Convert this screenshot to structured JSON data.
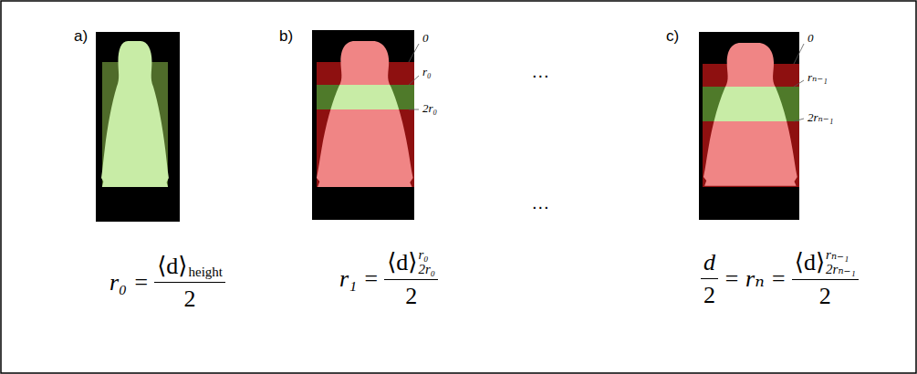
{
  "diagram": {
    "labels": [
      "a)",
      "b)",
      "0",
      "r₀",
      "2r₀",
      "...",
      "c)",
      "0",
      "rₙ₋₁",
      "2rₙ₋₁",
      "...",
      "r₀ =",
      "⟨d⟩",
      "height",
      "2",
      "r₁ =",
      "⟨d⟩",
      "r₀",
      "2r₀",
      "2",
      "d",
      "2",
      "= rₙ =",
      "⟨d⟩",
      "rₙ₋₁",
      "2rₙ₋₁",
      "2"
    ]
  }
}
